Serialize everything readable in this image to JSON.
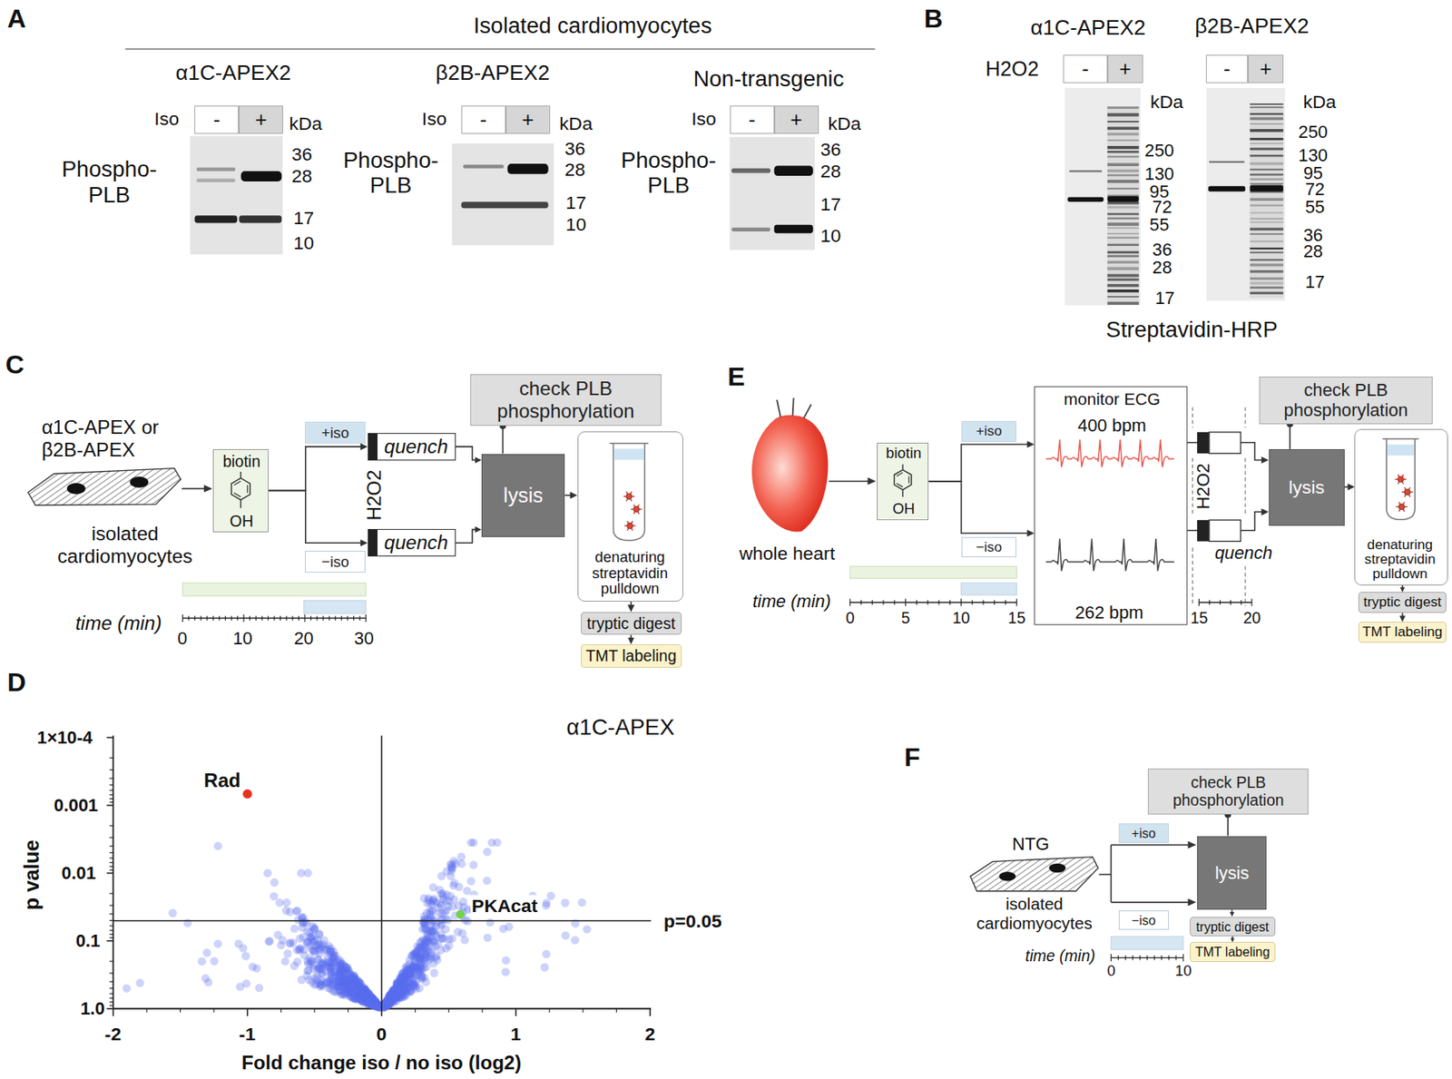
{
  "diagram": {
    "nodes": [
      {
        "text": [
          "-"
        ]
      },
      {
        "text": [
          "+"
        ]
      },
      {
        "text": [
          "-"
        ]
      },
      {
        "text": [
          "+"
        ]
      },
      {
        "text": [
          "-"
        ]
      },
      {
        "text": [
          "+"
        ]
      },
      {
        "text": [
          "-"
        ]
      },
      {
        "text": [
          "+"
        ]
      },
      {
        "text": [
          "-"
        ]
      },
      {
        "text": [
          "+"
        ]
      },
      {
        "text": [
          "biotin",
          "OH"
        ]
      },
      {
        "text": [
          "+iso"
        ]
      },
      {
        "text": [
          "quench"
        ]
      },
      {
        "text": [
          "−iso"
        ]
      },
      {
        "text": [
          "quench"
        ]
      },
      {
        "text": [
          "check PLB phosphorylation"
        ]
      },
      {
        "text": [
          "lysis"
        ]
      },
      {
        "text": [
          "denaturing streptavidin pulldown"
        ]
      },
      {
        "text": [
          "tryptic digest"
        ]
      },
      {
        "text": [
          "TMT labeling"
        ]
      },
      {
        "text": [
          "biotin",
          "OH"
        ]
      },
      {
        "text": [
          "+iso"
        ]
      },
      {
        "text": [
          "−iso"
        ]
      },
      {
        "text": [
          "monitor ECG",
          "400 bpm",
          "262 bpm"
        ]
      },
      {
        "text": [
          "check PLB phosphorylation"
        ]
      },
      {
        "text": [
          "lysis"
        ]
      },
      {
        "text": [
          "denaturing streptavidin pulldown"
        ]
      },
      {
        "text": [
          "tryptic digest"
        ]
      },
      {
        "text": [
          "TMT labeling"
        ]
      },
      {
        "text": [
          "+iso"
        ]
      },
      {
        "text": [
          "−iso"
        ]
      },
      {
        "text": [
          "check PLB phosphorylation"
        ]
      },
      {
        "text": [
          "lysis"
        ]
      },
      {
        "text": [
          "tryptic digest"
        ]
      },
      {
        "text": [
          "TMT labeling"
        ]
      }
    ],
    "edges": [
      {
        "from": 10,
        "to": 12,
        "arrow": "to"
      },
      {
        "from": 10,
        "to": 14,
        "arrow": "to"
      },
      {
        "from": 12,
        "to": 16,
        "arrow": "to"
      },
      {
        "from": 14,
        "to": 16,
        "arrow": "to"
      },
      {
        "from": 15,
        "to": 16,
        "arrow": "none"
      },
      {
        "from": 16,
        "to": 17,
        "arrow": "to"
      },
      {
        "from": 17,
        "to": 18,
        "arrow": "to"
      },
      {
        "from": 18,
        "to": 19,
        "arrow": "to"
      },
      {
        "from": 20,
        "to": 23,
        "arrow": "to"
      },
      {
        "from": 23,
        "to": 25,
        "arrow": "to"
      },
      {
        "from": 24,
        "to": 25,
        "arrow": "none"
      },
      {
        "from": 25,
        "to": 26,
        "arrow": "to"
      },
      {
        "from": 26,
        "to": 27,
        "arrow": "to"
      },
      {
        "from": 27,
        "to": 28,
        "arrow": "to"
      },
      {
        "from": 31,
        "to": 32,
        "arrow": "none"
      },
      {
        "from": 32,
        "to": 33,
        "arrow": "to"
      },
      {
        "from": 33,
        "to": 34,
        "arrow": "to"
      }
    ],
    "labels": [
      "A",
      "Isolated cardiomyocytes",
      "α1C-APEX2",
      "β2B-APEX2",
      "Non-transgenic",
      "Iso",
      "kDa",
      "Phospho- PLB",
      "36",
      "28",
      "17",
      "10",
      "Iso",
      "kDa",
      "Phospho- PLB",
      "36",
      "28",
      "17",
      "10",
      "Iso",
      "kDa",
      "Phospho- PLB",
      "36",
      "28",
      "17",
      "10",
      "B",
      "α1C-APEX2",
      "β2B-APEX2",
      "H2O2",
      "kDa",
      "250",
      "130",
      "95",
      "72",
      "55",
      "36",
      "28",
      "17",
      "kDa",
      "250",
      "130",
      "95",
      "72",
      "55",
      "36",
      "28",
      "17",
      "Streptavidin-HRP",
      "C",
      "α1C-APEX or β2B-APEX",
      "isolated cardiomyocytes",
      "H2O2",
      "time (min)",
      "0",
      "10",
      "20",
      "30",
      "D",
      "α1C-APEX",
      "1×10-4",
      "0.001",
      "0.01",
      "0.1",
      "1.0",
      "p value",
      "-2",
      "-1",
      "0",
      "1",
      "2",
      "Fold change iso / no iso (log2)",
      "Rad",
      "PKAcat",
      "p=0.05",
      "E",
      "whole heart",
      "time (min)",
      "0",
      "5",
      "10",
      "15",
      "15",
      "20",
      "H2O2",
      "quench",
      "F",
      "NTG",
      "isolated cardiomyocytes",
      "time (min)",
      "0",
      "10"
    ]
  }
}
